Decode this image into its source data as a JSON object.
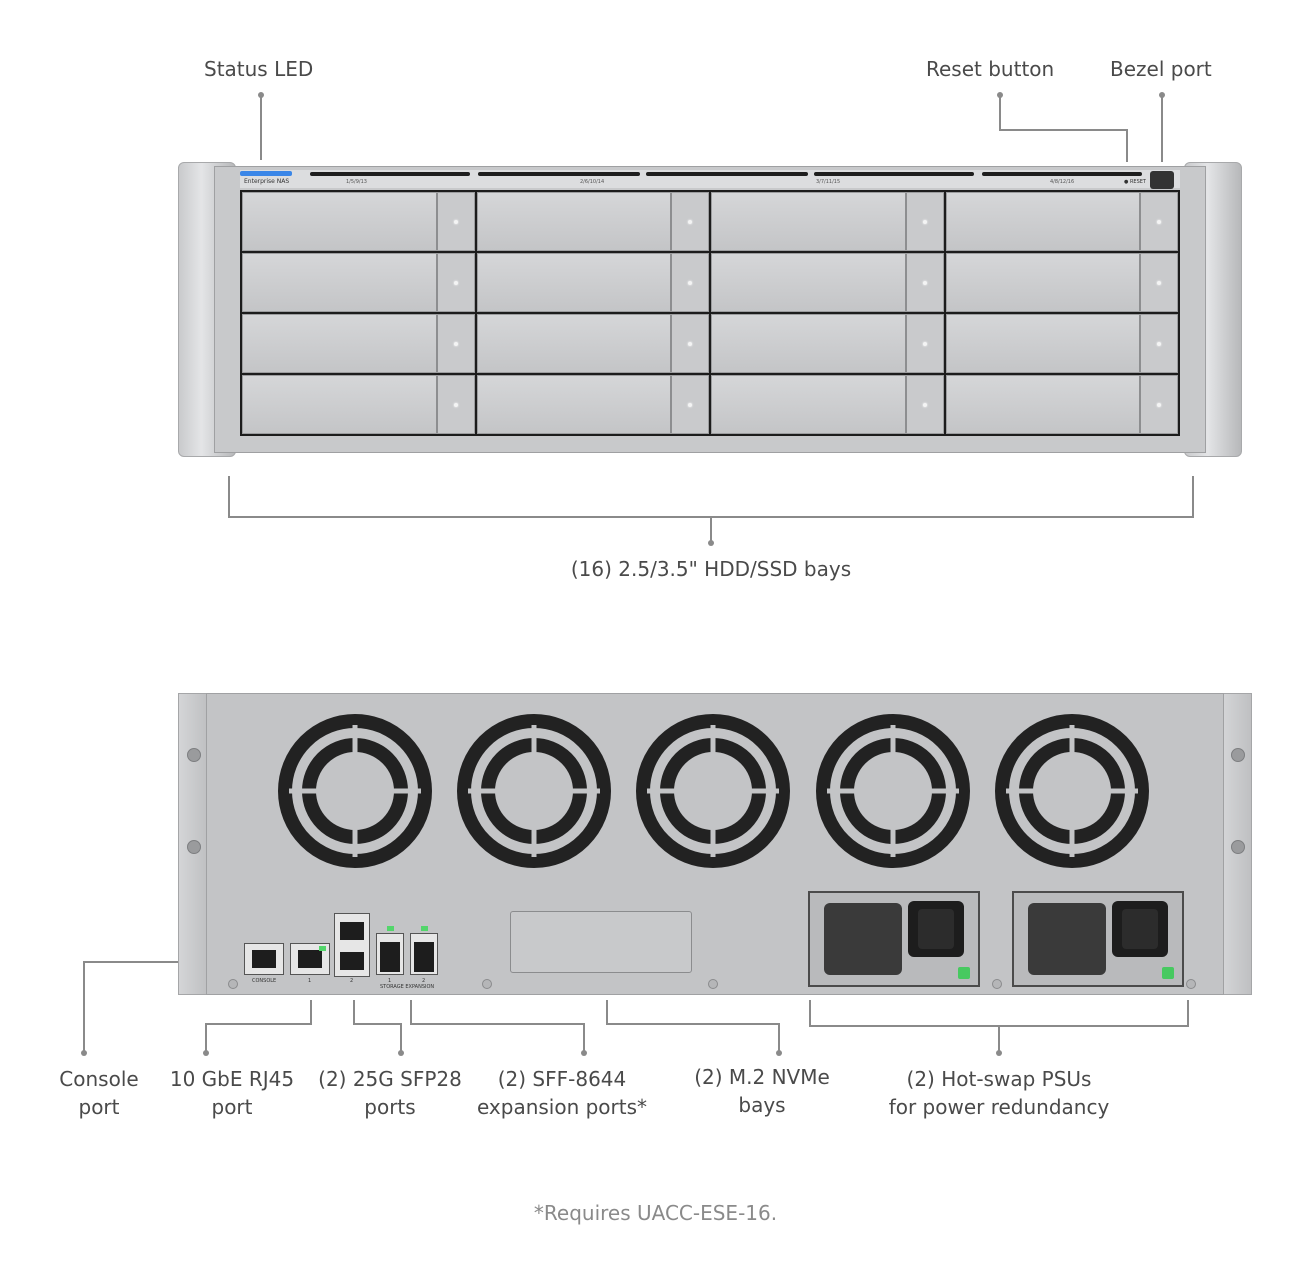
{
  "front_labels": {
    "status_led": "Status LED",
    "reset_button": "Reset button",
    "bezel_port": "Bezel port",
    "drive_bays": "(16) 2.5/3.5\" HDD/SSD bays"
  },
  "front_panel": {
    "brand": "Enterprise NAS",
    "bay_maps": [
      "1/5/9/13",
      "2/6/10/14",
      "3/7/11/15",
      "4/8/12/16"
    ],
    "reset_mark": "● RESET"
  },
  "rear_labels": {
    "console": [
      "Console",
      "port"
    ],
    "rj45": [
      "10 GbE RJ45",
      "port"
    ],
    "sfp28": [
      "(2) 25G SFP28",
      "ports"
    ],
    "sff8644": [
      "(2) SFF-8644",
      "expansion ports*"
    ],
    "m2": [
      "(2) M.2 NVMe",
      "bays"
    ],
    "psu": [
      "(2) Hot-swap PSUs",
      "for power redundancy"
    ]
  },
  "rear_panel": {
    "console_caption": "CONSOLE",
    "storage_caption": "STORAGE EXPANSION",
    "port_numbers": [
      "1",
      "2",
      "1",
      "2"
    ]
  },
  "footnote": "*Requires UACC-ESE-16.",
  "colors": {
    "label_text": "#4a4a4a",
    "callout_line": "#8a8a8a",
    "status_led": "#3a86e8",
    "port_led": "#53d66b"
  }
}
